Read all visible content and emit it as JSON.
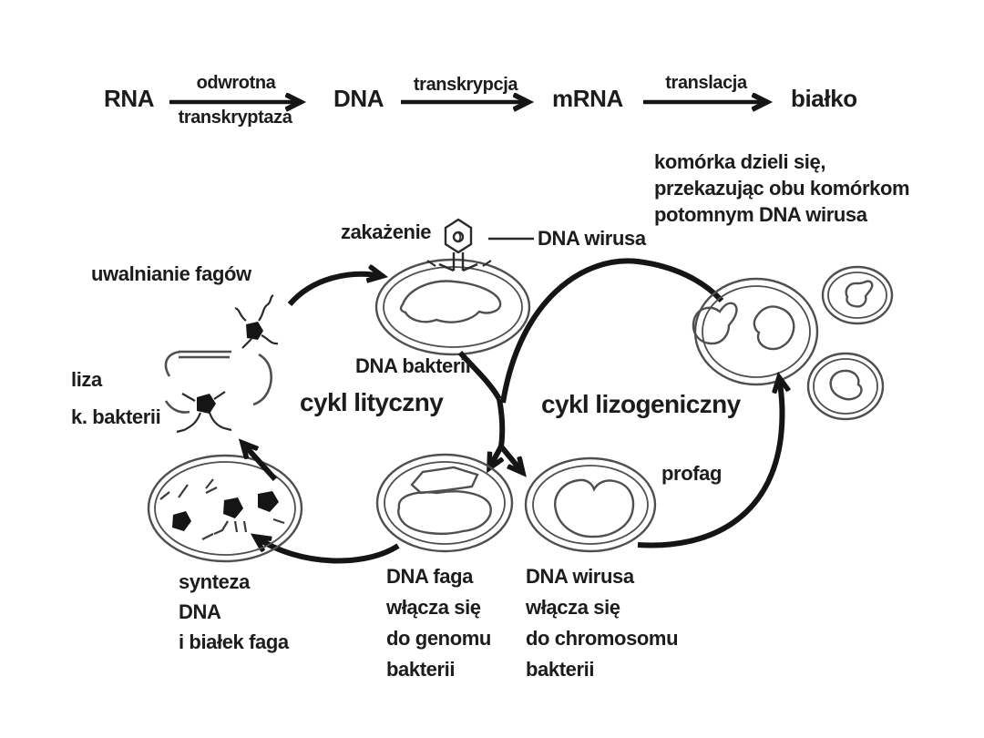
{
  "pathway": {
    "node_rna": "RNA",
    "node_dna": "DNA",
    "node_mrna": "mRNA",
    "node_bialko": "białko",
    "arrow1_top": "odwrotna",
    "arrow1_bottom": "transkryptaza",
    "arrow2_top": "transkrypcja",
    "arrow3_top": "translacja"
  },
  "labels": {
    "zakazenie": "zakażenie",
    "dna_wirusa_pointer": "DNA wirusa",
    "uwalnianie_fagow": "uwalnianie fagów",
    "liza": "liza\nk. bakterii",
    "dna_bakterii": "DNA bakterii",
    "cykl_lityczny": "cykl lityczny",
    "cykl_lizogeniczny": "cykl lizogeniczny",
    "profag": "profag",
    "division_note": "komórka dzieli się,\nprzekazując obu komórkom\npotomnym DNA wirusa",
    "synteza": "synteza\nDNA\ni białek faga",
    "dna_faga_block": "DNA faga\nwłącza się\ndo genomu\nbakterii",
    "dna_wirusa_block": "DNA wirusa\nwłącza się\ndo chromosomu\nbakterii"
  },
  "colors": {
    "ink": "#1c1c1c",
    "cell_outline": "#4f4f4f",
    "background": "#ffffff"
  }
}
